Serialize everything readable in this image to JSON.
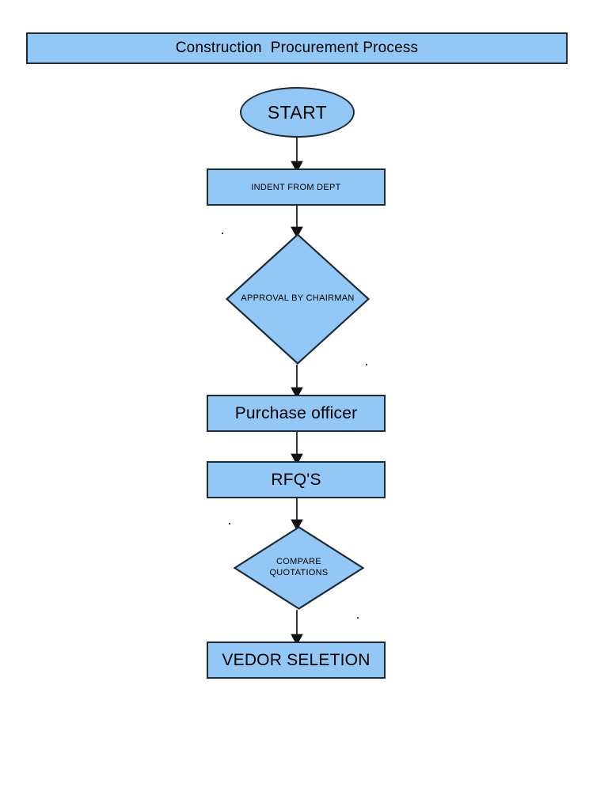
{
  "diagram": {
    "title": "Construction  Procurement Process",
    "type": "flowchart",
    "orientation": "top-to-bottom",
    "colors": {
      "node_fill": "#93c7f5",
      "node_border": "#1d2b38",
      "connector": "#3a3a3a",
      "text": "#000000",
      "background": "#ffffff"
    },
    "nodes": [
      {
        "id": "title",
        "shape": "banner",
        "label": "Construction  Procurement Process"
      },
      {
        "id": "start",
        "shape": "ellipse",
        "label": "START"
      },
      {
        "id": "indent",
        "shape": "rectangle",
        "label": "INDENT FROM DEPT"
      },
      {
        "id": "approval",
        "shape": "diamond",
        "label": "APPROVAL BY CHAIRMAN"
      },
      {
        "id": "purchase",
        "shape": "rectangle",
        "label": "Purchase officer"
      },
      {
        "id": "rfq",
        "shape": "rectangle",
        "label": "RFQ'S"
      },
      {
        "id": "compare",
        "shape": "diamond",
        "label_line_1": "COMPARE",
        "label_line_2": "QUOTATIONS"
      },
      {
        "id": "vendor",
        "shape": "rectangle",
        "label": "VEDOR SELETION"
      }
    ],
    "edges": [
      {
        "from": "start",
        "to": "indent",
        "arrow": "down"
      },
      {
        "from": "indent",
        "to": "approval",
        "arrow": "down"
      },
      {
        "from": "approval",
        "to": "purchase",
        "arrow": "down"
      },
      {
        "from": "purchase",
        "to": "rfq",
        "arrow": "down"
      },
      {
        "from": "rfq",
        "to": "compare",
        "arrow": "down"
      },
      {
        "from": "compare",
        "to": "vendor",
        "arrow": "down"
      }
    ]
  }
}
